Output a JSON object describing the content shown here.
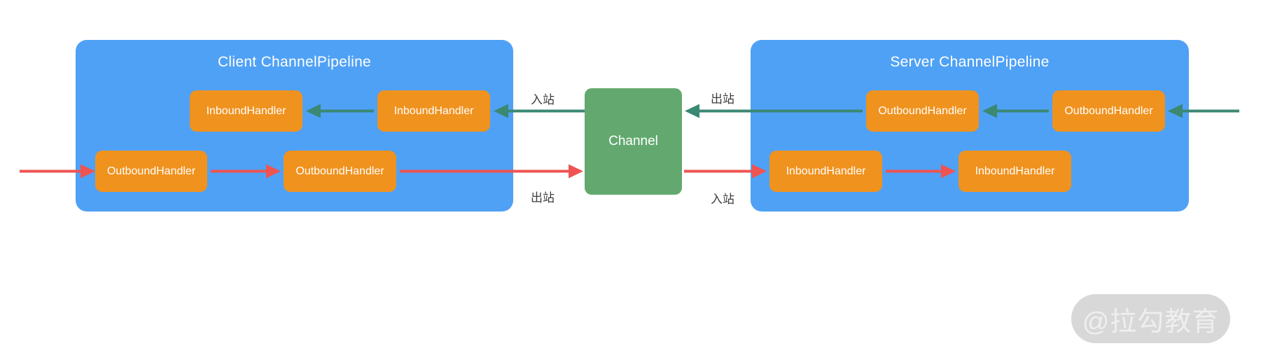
{
  "colors": {
    "pipeline_bg": "#4FA1F5",
    "handler_bg": "#F0921E",
    "channel_bg": "#63A96F",
    "arrow_teal": "#3B8873",
    "arrow_red": "#EF5452",
    "box_text": "#FFFFFF",
    "label_text": "#3D3D3D",
    "watermark_bg": "#D8D8D8",
    "watermark_text": "#EFEFEF"
  },
  "client_pipeline": {
    "title": "Client ChannelPipeline",
    "inbound_handlers": [
      "InboundHandler",
      "InboundHandler"
    ],
    "outbound_handlers": [
      "OutboundHandler",
      "OutboundHandler"
    ]
  },
  "server_pipeline": {
    "title": "Server ChannelPipeline",
    "outbound_handlers": [
      "OutboundHandler",
      "OutboundHandler"
    ],
    "inbound_handlers": [
      "InboundHandler",
      "InboundHandler"
    ]
  },
  "channel": {
    "label": "Channel"
  },
  "labels": {
    "inbound_left": "入站",
    "outbound_left": "出站",
    "outbound_right": "出站",
    "inbound_right": "入站"
  },
  "watermark": "@拉勾教育"
}
